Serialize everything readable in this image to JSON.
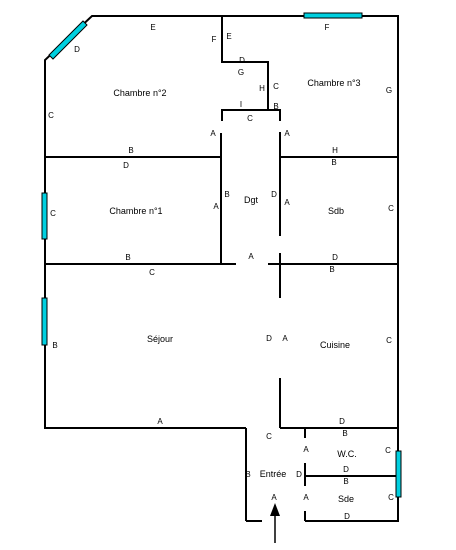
{
  "rooms": {
    "chambre2": "Chambre n°2",
    "chambre3": "Chambre n°3",
    "chambre1": "Chambre n°1",
    "dgt": "Dgt",
    "sdb": "Sdb",
    "sejour": "Séjour",
    "cuisine": "Cuisine",
    "wc": "W.C.",
    "entree": "Entrée",
    "sde": "Sde"
  },
  "wall_labels": {
    "top_e": "E",
    "diag_d": "D",
    "top_f_right": "F",
    "f_left_cut": "F",
    "e_cut": "E",
    "d_cut": "D",
    "g_cut": "G",
    "h_cut": "H",
    "c_cut": "C",
    "g_right": "G",
    "b_cut": "B",
    "i_cut": "I",
    "c_mid": "C",
    "c_left_upper": "C",
    "a_dgt_left": "A",
    "a_dgt_right": "A",
    "b_ch1_top": "B",
    "d_ch1_top": "D",
    "h_sdb_top": "H",
    "b_sdb_top": "B",
    "c_ch1_left": "C",
    "b_dgt_left": "B",
    "a_dgt_left2": "A",
    "d_dgt_right": "D",
    "a_dgt_right2": "A",
    "c_sdb_right": "C",
    "b_sej_top": "B",
    "c_sej_top": "C",
    "a_passage": "A",
    "d_cui_top": "D",
    "b_cui_top": "B",
    "b_sej_left": "B",
    "d_sej_right": "D",
    "a_cui_left": "A",
    "c_cui_right": "C",
    "a_sej_bottom": "A",
    "d_wc_top": "D",
    "b_wc_top": "B",
    "c_entree": "C",
    "a_wc_left": "A",
    "c_wc_right": "C",
    "b_entree_left": "B",
    "d_entree_right": "D",
    "d_sde_top": "D",
    "b_sde_top": "B",
    "a_entree_bottom": "A",
    "a_sde_left": "A",
    "c_sde_right": "C",
    "d_sde_bottom": "D"
  },
  "colors": {
    "wall": "#000000",
    "window": "#00d0e0",
    "background": "#ffffff"
  },
  "icons": {
    "entrance": "arrow-up-icon"
  }
}
